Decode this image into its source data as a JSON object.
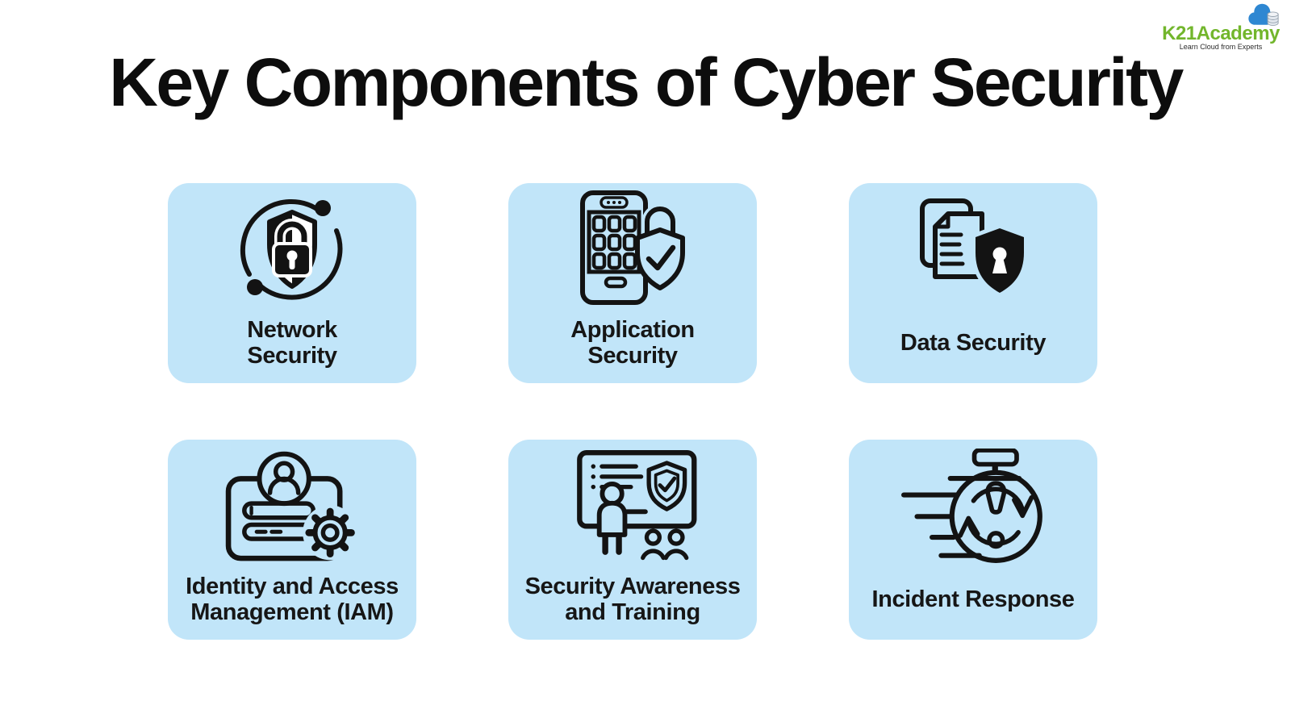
{
  "title": "Key Components of Cyber Security",
  "logo": {
    "brand": "K21Academy",
    "tagline": "Learn Cloud from Experts",
    "brand_color": "#72b62c",
    "cloud_color": "#2e87d2"
  },
  "cards": [
    {
      "label": "Network Security",
      "lines": [
        "Network",
        "Security"
      ],
      "icon": "network-security-icon"
    },
    {
      "label": "Application Security",
      "lines": [
        "Application",
        "Security"
      ],
      "icon": "application-security-icon"
    },
    {
      "label": "Data Security",
      "lines": [
        "Data Security",
        ""
      ],
      "icon": "data-security-icon"
    },
    {
      "label": "Identity and Access Management (IAM)",
      "lines": [
        "Identity and Access",
        "Management (IAM)"
      ],
      "icon": "identity-access-management-icon"
    },
    {
      "label": "Security Awareness and Training",
      "lines": [
        "Security Awareness",
        "and Training"
      ],
      "icon": "security-awareness-training-icon"
    },
    {
      "label": "Incident Response",
      "lines": [
        "Incident Response",
        ""
      ],
      "icon": "incident-response-icon"
    }
  ],
  "colors": {
    "page_bg": "#ffffff",
    "card_bg": "#c1e5f9",
    "title_text": "#0d0d0d",
    "label_text": "#161616",
    "icon_color": "#131313",
    "brand_green": "#72b62c",
    "cloud_blue": "#2e87d2",
    "tagline_text": "#2b2b2b"
  }
}
